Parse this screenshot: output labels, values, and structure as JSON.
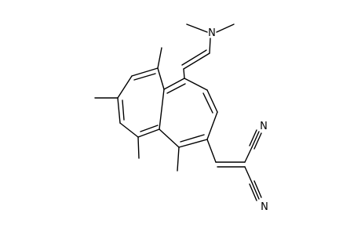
{
  "molecule": {
    "atoms": {
      "n_amine": "N",
      "n_nitrile_upper": "N",
      "n_nitrile_lower": "N"
    }
  }
}
